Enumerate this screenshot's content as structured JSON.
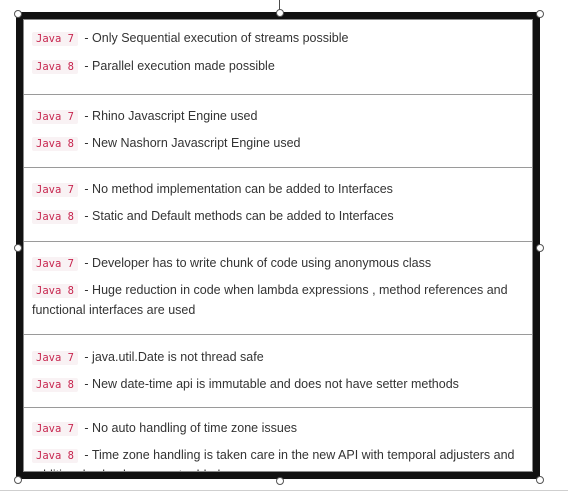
{
  "rows": [
    {
      "java7": {
        "version": "Java 7",
        "text": " - Only Sequential execution of streams possible"
      },
      "java8": {
        "version": "Java 8",
        "text": " - Parallel execution made possible"
      }
    },
    {
      "java7": {
        "version": "Java 7",
        "text": " - Rhino Javascript Engine used"
      },
      "java8": {
        "version": "Java 8",
        "text": " - New Nashorn Javascript Engine used"
      }
    },
    {
      "java7": {
        "version": "Java 7",
        "text": " - No method implementation can be added to Interfaces"
      },
      "java8": {
        "version": "Java 8",
        "text": " - Static and Default methods can be added to Interfaces"
      }
    },
    {
      "java7": {
        "version": "Java 7",
        "text": " - Developer has to write chunk of code using anonymous class"
      },
      "java8": {
        "version": "Java 8",
        "text": " - Huge reduction in code when lambda expressions , method references and functional interfaces are used"
      }
    },
    {
      "java7": {
        "version": "Java 7",
        "text": " - java.util.Date is not thread safe"
      },
      "java8": {
        "version": "Java 8",
        "text": " - New date-time api is immutable and does not have setter methods"
      }
    },
    {
      "java7": {
        "version": "Java 7",
        "text": " - No auto handling of time zone issues"
      },
      "java8": {
        "version": "Java 8",
        "text": " - Time zone handling is taken care in the new API with temporal adjusters and additional calendar support added"
      }
    }
  ],
  "colors": {
    "code_text": "#c7254e",
    "code_background": "#f9f2f4",
    "body_text": "#333333",
    "frame_border": "#111111",
    "row_divider": "#9a9a9a"
  }
}
